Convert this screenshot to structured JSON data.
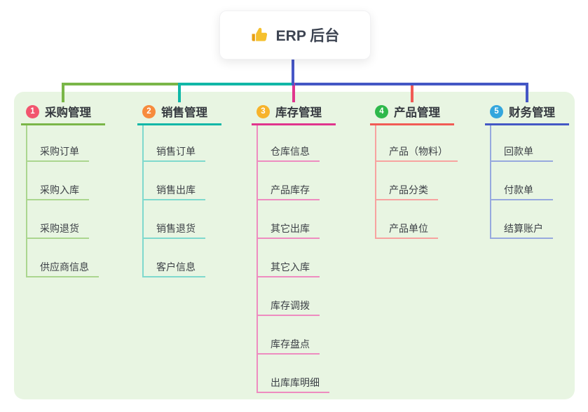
{
  "root": {
    "title": "ERP 后台",
    "icon": "thumbs-up-icon",
    "icon_color": "#f5c02e",
    "icon_dark_color": "#e8a013",
    "stem_color": "#4757c7"
  },
  "panel": {
    "background_color": "#e8f5e2"
  },
  "branches": [
    {
      "number": "1",
      "label": "采购管理",
      "badge_color": "#f2556e",
      "line_color": "#7ab648",
      "child_line_color": "#abd68f",
      "children": [
        "采购订单",
        "采购入库",
        "采购退货",
        "供应商信息"
      ]
    },
    {
      "number": "2",
      "label": "销售管理",
      "badge_color": "#f78b3d",
      "line_color": "#10b7a7",
      "child_line_color": "#7fd9cd",
      "children": [
        "销售订单",
        "销售出库",
        "销售退货",
        "客户信息"
      ]
    },
    {
      "number": "3",
      "label": "库存管理",
      "badge_color": "#f7b32b",
      "line_color": "#e0358d",
      "child_line_color": "#ee8cc0",
      "children": [
        "仓库信息",
        "产品库存",
        "其它出库",
        "其它入库",
        "库存调拨",
        "库存盘点",
        "出库库明细"
      ]
    },
    {
      "number": "4",
      "label": "产品管理",
      "badge_color": "#2eb84b",
      "line_color": "#f15b55",
      "child_line_color": "#f7a3a0",
      "children": [
        "产品（物料）",
        "产品分类",
        "产品单位"
      ]
    },
    {
      "number": "5",
      "label": "财务管理",
      "badge_color": "#33a6dd",
      "line_color": "#4457c5",
      "child_line_color": "#97a9de",
      "children": [
        "回款单",
        "付款单",
        "结算账户"
      ]
    }
  ]
}
